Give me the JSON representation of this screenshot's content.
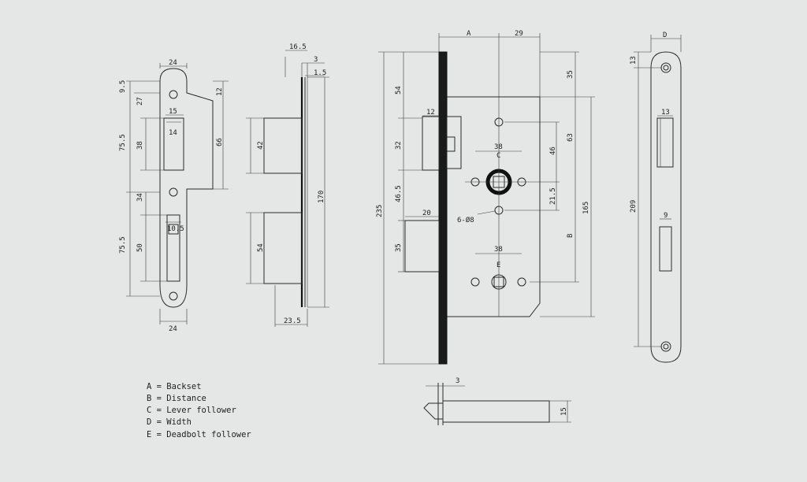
{
  "colors": {
    "background": "#e5e6e6",
    "line": "#2a2a2a",
    "text": "#222222"
  },
  "strike_plate": {
    "width_top": "24",
    "width_bottom": "24",
    "dims": [
      "9.5",
      "27",
      "75.5",
      "38",
      "34",
      "75.5",
      "50",
      "15",
      "14",
      "10.5",
      "12",
      "66"
    ]
  },
  "side_view": {
    "dims": [
      "16.5",
      "3",
      "1.5",
      "42",
      "54",
      "170",
      "23.5"
    ]
  },
  "lock_body": {
    "dims": [
      "A",
      "29",
      "54",
      "35",
      "12",
      "32",
      "38",
      "C",
      "46",
      "63",
      "46.5",
      "21.5",
      "165",
      "235",
      "20",
      "6-Ø8",
      "B",
      "35",
      "38",
      "E"
    ]
  },
  "forend": {
    "dims": [
      "D",
      "13",
      "13",
      "209",
      "9"
    ]
  },
  "bolt_view": {
    "dims": [
      "3",
      "15"
    ]
  },
  "legend": [
    "A = Backset",
    "B = Distance",
    "C = Lever follower",
    "D = Width",
    "E = Deadbolt follower"
  ]
}
